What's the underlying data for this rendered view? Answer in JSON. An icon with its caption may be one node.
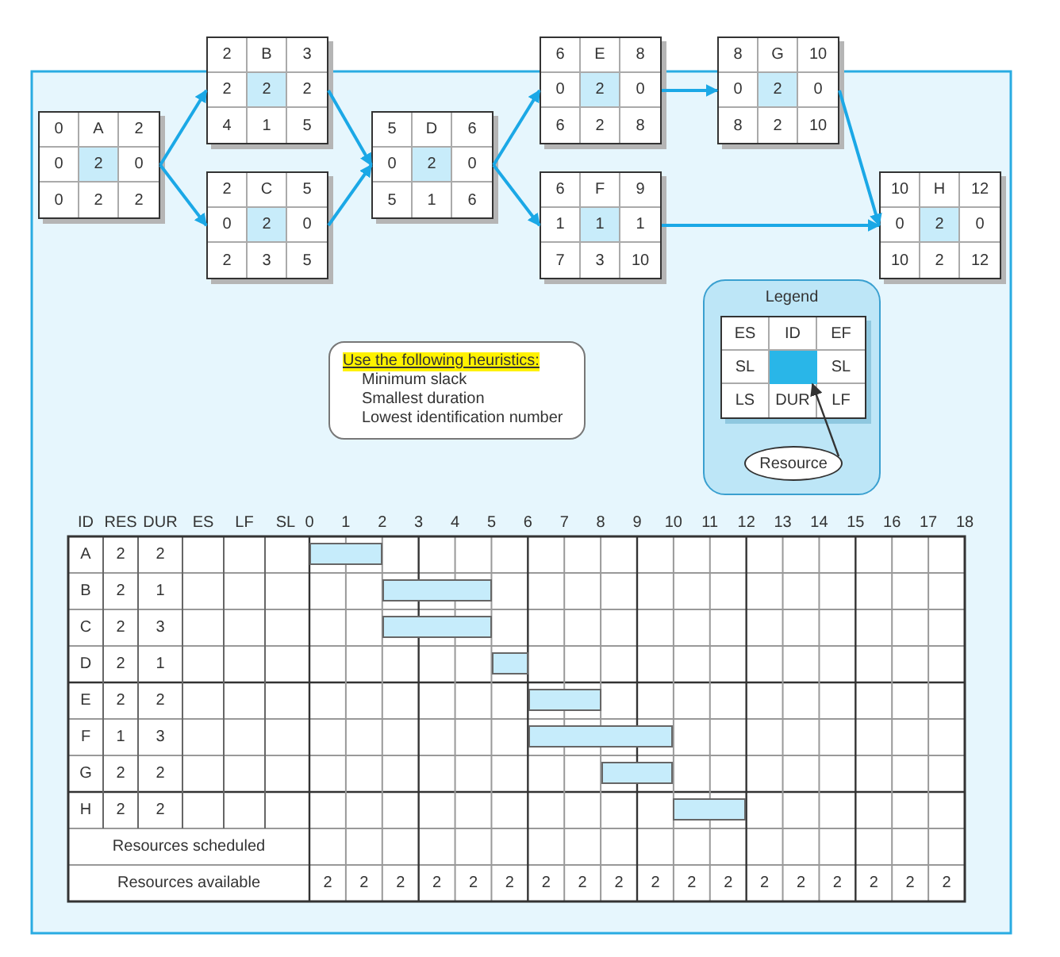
{
  "diagram": {
    "nodes": [
      {
        "text": [
          "0",
          "A",
          "2",
          "0",
          "2",
          "0",
          "0",
          "2",
          "2"
        ]
      },
      {
        "text": [
          "2",
          "B",
          "3",
          "2",
          "2",
          "2",
          "4",
          "1",
          "5"
        ]
      },
      {
        "text": [
          "2",
          "C",
          "5",
          "0",
          "2",
          "0",
          "2",
          "3",
          "5"
        ]
      },
      {
        "text": [
          "5",
          "D",
          "6",
          "0",
          "2",
          "0",
          "5",
          "1",
          "6"
        ]
      },
      {
        "text": [
          "6",
          "E",
          "8",
          "0",
          "2",
          "0",
          "6",
          "2",
          "8"
        ]
      },
      {
        "text": [
          "6",
          "F",
          "9",
          "1",
          "1",
          "1",
          "7",
          "3",
          "10"
        ]
      },
      {
        "text": [
          "8",
          "G",
          "10",
          "0",
          "2",
          "0",
          "8",
          "2",
          "10"
        ]
      },
      {
        "text": [
          "10",
          "H",
          "12",
          "0",
          "2",
          "0",
          "10",
          "2",
          "12"
        ]
      },
      {
        "text": [
          "Use the following heuristics:",
          "Minimum slack",
          "Smallest duration",
          "Lowest identification number"
        ]
      },
      {
        "text": [
          "Legend"
        ]
      },
      {
        "text": [
          "ES",
          "ID",
          "EF",
          "SL",
          "SL",
          "LS",
          "DUR",
          "LF"
        ],
        "in": 9
      },
      {
        "text": [],
        "shape": "box",
        "in": 10
      },
      {
        "text": [
          "Resource"
        ],
        "in": 9
      },
      {
        "text": [],
        "shape": "bar"
      },
      {
        "text": [],
        "shape": "bar"
      },
      {
        "text": [],
        "shape": "bar"
      },
      {
        "text": [],
        "shape": "bar"
      },
      {
        "text": [],
        "shape": "bar"
      },
      {
        "text": [],
        "shape": "bar"
      },
      {
        "text": [],
        "shape": "bar"
      },
      {
        "text": [],
        "shape": "bar"
      }
    ],
    "edges": [
      {
        "from": 0,
        "to": 1,
        "arrow": "to"
      },
      {
        "from": 0,
        "to": 2,
        "arrow": "to"
      },
      {
        "from": 1,
        "to": 3,
        "arrow": "to"
      },
      {
        "from": 2,
        "to": 3,
        "arrow": "to"
      },
      {
        "from": 3,
        "to": 4,
        "arrow": "to"
      },
      {
        "from": 3,
        "to": 5,
        "arrow": "to"
      },
      {
        "from": 4,
        "to": 6,
        "arrow": "to"
      },
      {
        "from": 6,
        "to": 7,
        "arrow": "to"
      },
      {
        "from": 5,
        "to": 7,
        "arrow": "to"
      },
      {
        "from": 12,
        "to": 11,
        "arrow": "to",
        "color": "#333333"
      }
    ],
    "labels": [
      "ID",
      "RES",
      "DUR",
      "ES",
      "LF",
      "SL",
      "0",
      "1",
      "2",
      "3",
      "4",
      "5",
      "6",
      "7",
      "8",
      "9",
      "10",
      "11",
      "12",
      "13",
      "14",
      "15",
      "16",
      "17",
      "18",
      "A",
      "2",
      "2",
      "B",
      "2",
      "1",
      "C",
      "2",
      "3",
      "D",
      "2",
      "1",
      "E",
      "2",
      "2",
      "F",
      "1",
      "3",
      "G",
      "2",
      "2",
      "H",
      "2",
      "2",
      "Resources scheduled",
      "Resources available",
      "2",
      "2",
      "2",
      "2",
      "2",
      "2",
      "2",
      "2",
      "2",
      "2",
      "2",
      "2",
      "2",
      "2",
      "2",
      "2",
      "2",
      "2"
    ]
  }
}
